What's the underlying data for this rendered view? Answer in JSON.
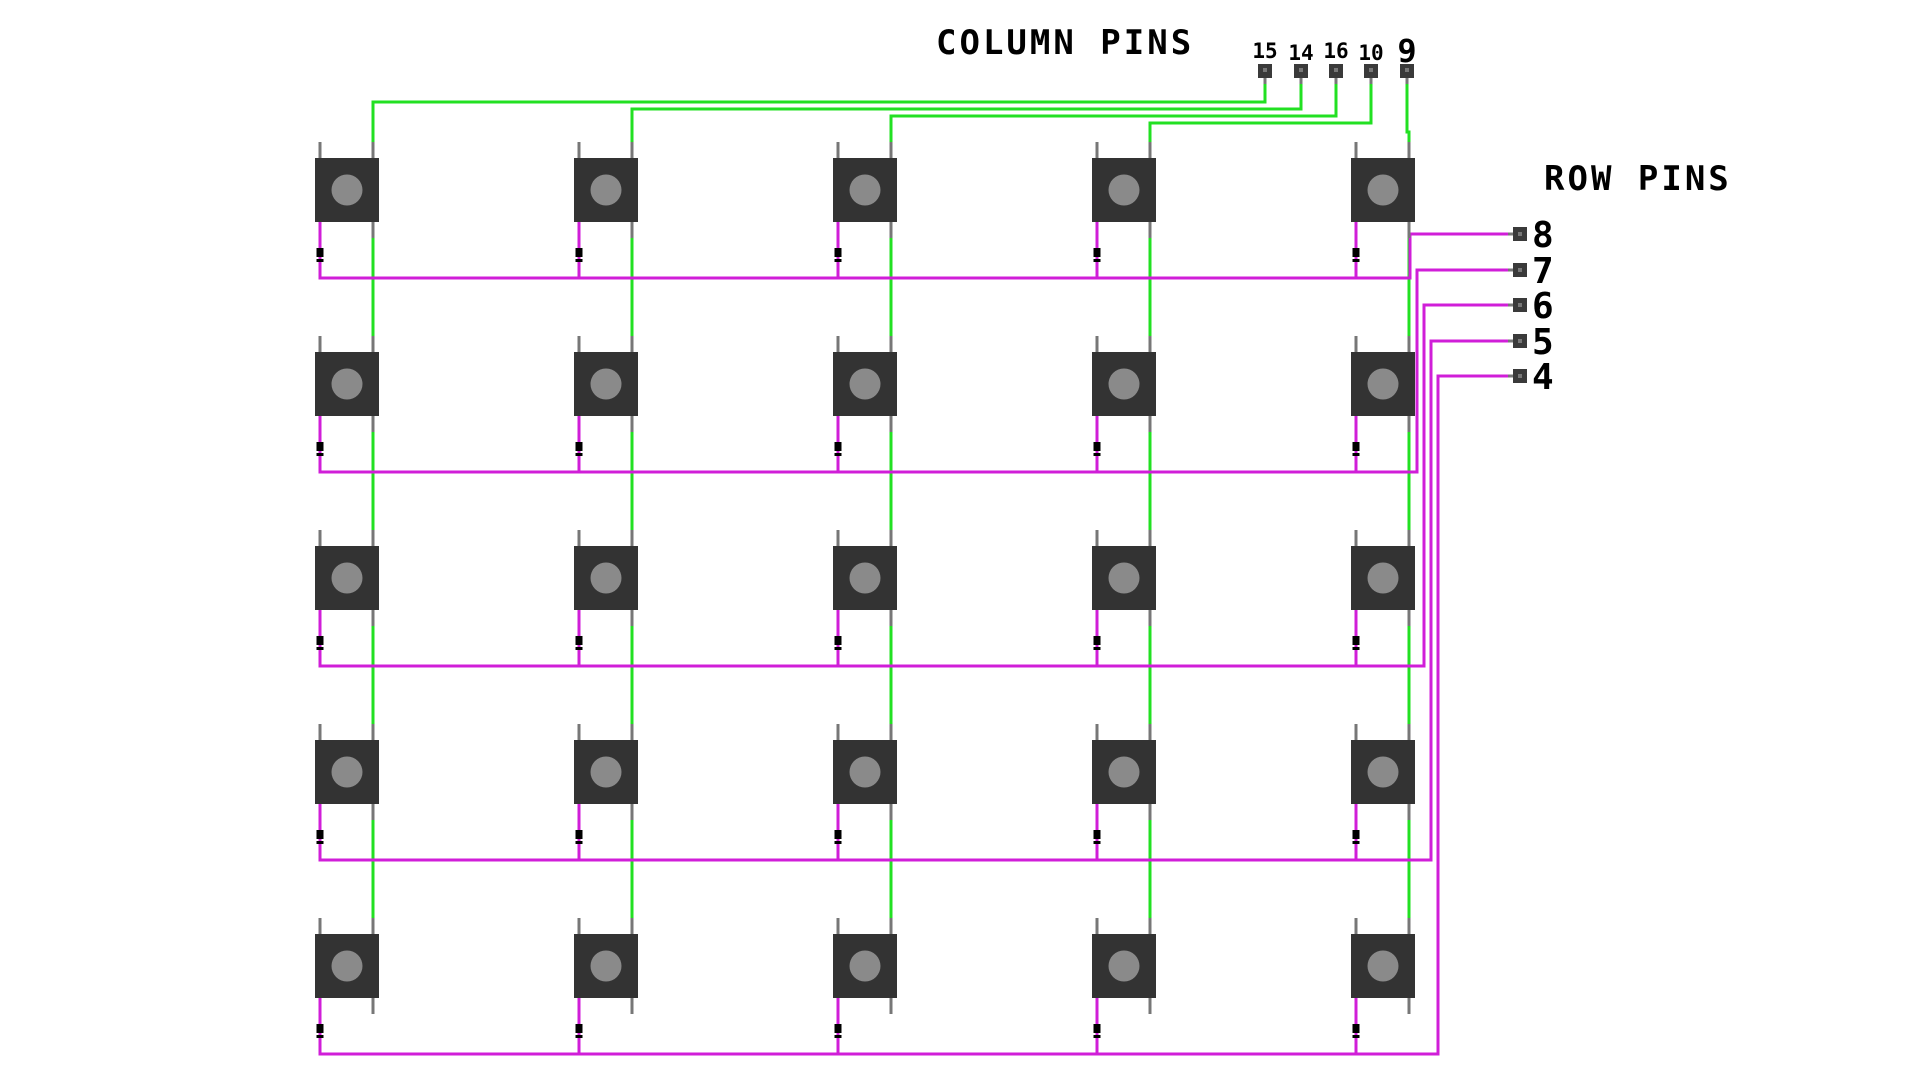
{
  "colors": {
    "background": "#ffffff",
    "column_wire": "#22e022",
    "row_wire": "#d01ed8",
    "button_body": "#333333",
    "button_cap": "#8a8a8a",
    "leg": "#777777",
    "diode": "#000000",
    "header_pin": "#3a3a3a"
  },
  "labels": {
    "column_pins_title": "COLUMN PINS",
    "row_pins_title": "ROW PINS"
  },
  "column_pins": [
    "15",
    "14",
    "16",
    "10",
    "9"
  ],
  "row_pins": [
    "8",
    "7",
    "6",
    "5",
    "4"
  ],
  "matrix": {
    "rows": 5,
    "columns": 5
  },
  "icons": {
    "button": "tactile-push-button-icon",
    "diode": "diode-icon",
    "pin": "header-pin-icon"
  }
}
